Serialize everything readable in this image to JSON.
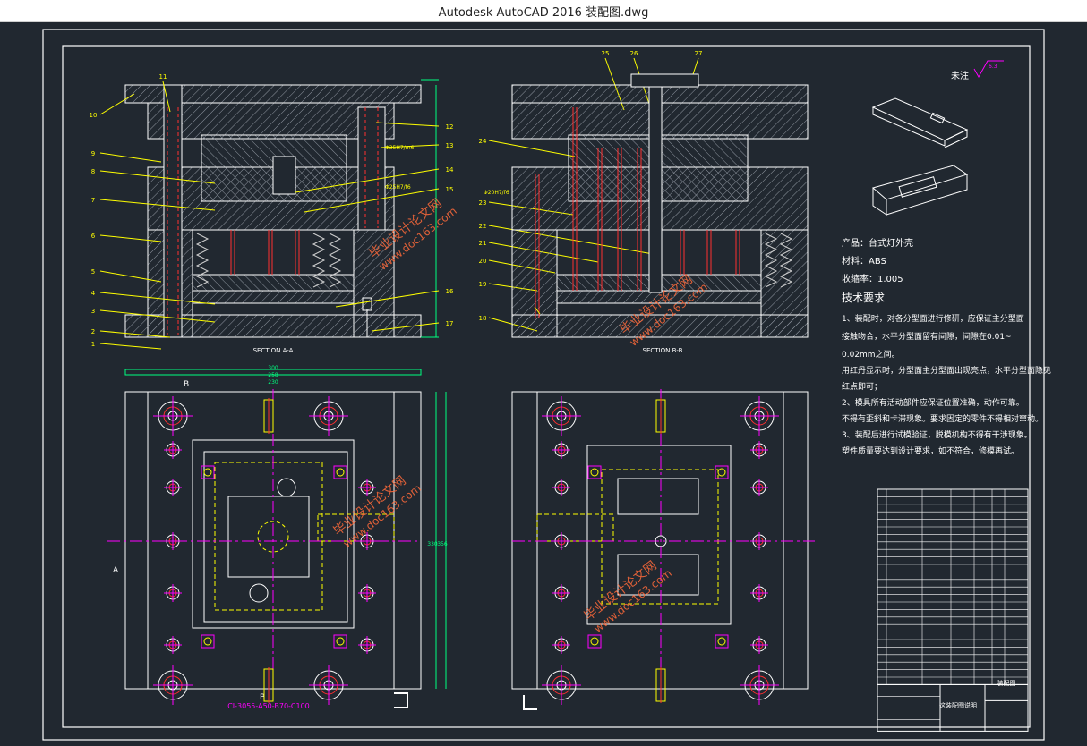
{
  "window": {
    "title": "Autodesk AutoCAD 2016     装配图.dwg"
  },
  "colors": {
    "background": "#212830",
    "frame": "#ffffff",
    "leader": "#ffff00",
    "centerline": "#ff00ff",
    "hidden": "#ff3030",
    "watermark": "#ff6a3a",
    "cyan": "#00ffff"
  },
  "drawing": {
    "section_a_label": "SECTION A-A",
    "section_b_label": "SECTION B-B",
    "mold_base_label": "CI-3055-A50-B70-C100",
    "roughness_label": "未注",
    "roughness_value": "6.3",
    "part_numbers_left": [
      "1",
      "2",
      "3",
      "4",
      "5",
      "6",
      "7",
      "8",
      "9",
      "10",
      "11",
      "12",
      "13",
      "14",
      "15",
      "16",
      "17"
    ],
    "part_numbers_right": [
      "18",
      "19",
      "20",
      "21",
      "22",
      "23",
      "24",
      "25",
      "26",
      "27"
    ],
    "fit_labels": [
      "Φ35H7/m6",
      "Φ25H7/f6",
      "Φ20H7/f6"
    ],
    "dims_plan": [
      "300",
      "258",
      "230",
      "330",
      "356"
    ],
    "view_markers": [
      "B",
      "A",
      "B"
    ]
  },
  "notes": {
    "product": "产品：台式灯外壳",
    "material": "材料：ABS",
    "shrink": "收缩率：1.005",
    "tech_title": "技术要求",
    "lines": [
      "1、装配时，对各分型面进行修研，应保证主分型面",
      "接触吻合，水平分型面留有间隙，间隙在0.01~",
      "0.02mm之间。",
      "用红丹显示时，分型面主分型面出现亮点，水平分型面隐见",
      "红点即可；",
      "2、模具所有活动部件应保证位置准确，动作可靠。",
      "不得有歪斜和卡滞现象。要求固定的零件不得相对窜动。",
      "3、装配后进行试模验证，脱模机构不得有干涉现象。",
      "塑件质量要达到设计要求，如不符合，修模再试。"
    ]
  },
  "watermark": {
    "text_cn": "毕业设计论文网",
    "text_url": "www.doc163.com"
  },
  "title_block": {
    "drawing_name": "这装配图说明",
    "sheet": "装配图",
    "bom_rows": 26
  }
}
